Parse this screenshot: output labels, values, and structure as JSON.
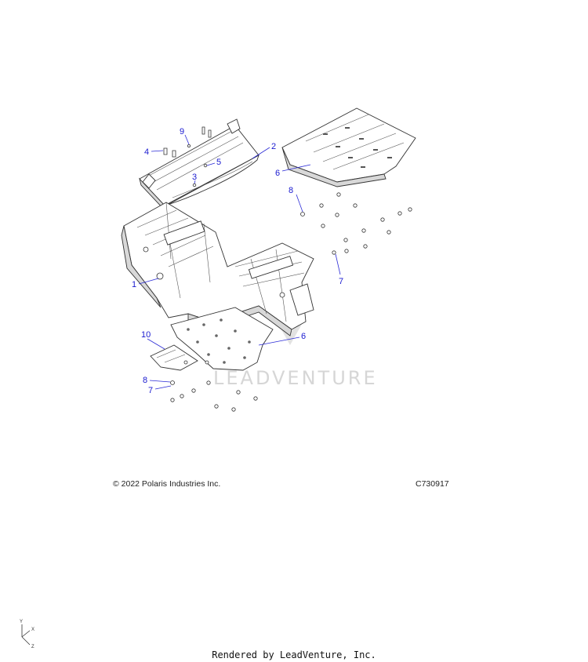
{
  "diagram": {
    "callouts": [
      {
        "id": "callout-9",
        "label": "9"
      },
      {
        "id": "callout-4",
        "label": "4"
      },
      {
        "id": "callout-2",
        "label": "2"
      },
      {
        "id": "callout-5",
        "label": "5"
      },
      {
        "id": "callout-3",
        "label": "3"
      },
      {
        "id": "callout-6-top",
        "label": "6"
      },
      {
        "id": "callout-8-top",
        "label": "8"
      },
      {
        "id": "callout-7-top",
        "label": "7"
      },
      {
        "id": "callout-1",
        "label": "1"
      },
      {
        "id": "callout-10",
        "label": "10"
      },
      {
        "id": "callout-6-bottom",
        "label": "6"
      },
      {
        "id": "callout-8-bottom",
        "label": "8"
      },
      {
        "id": "callout-7-bottom",
        "label": "7"
      }
    ],
    "watermark": "LEADVENTURE",
    "axes": {
      "y": "Y",
      "x": "X",
      "z": "Z"
    }
  },
  "footer": {
    "copyright": "© 2022 Polaris Industries Inc.",
    "code": "C730917",
    "rendered_by": "Rendered by LeadVenture, Inc."
  }
}
